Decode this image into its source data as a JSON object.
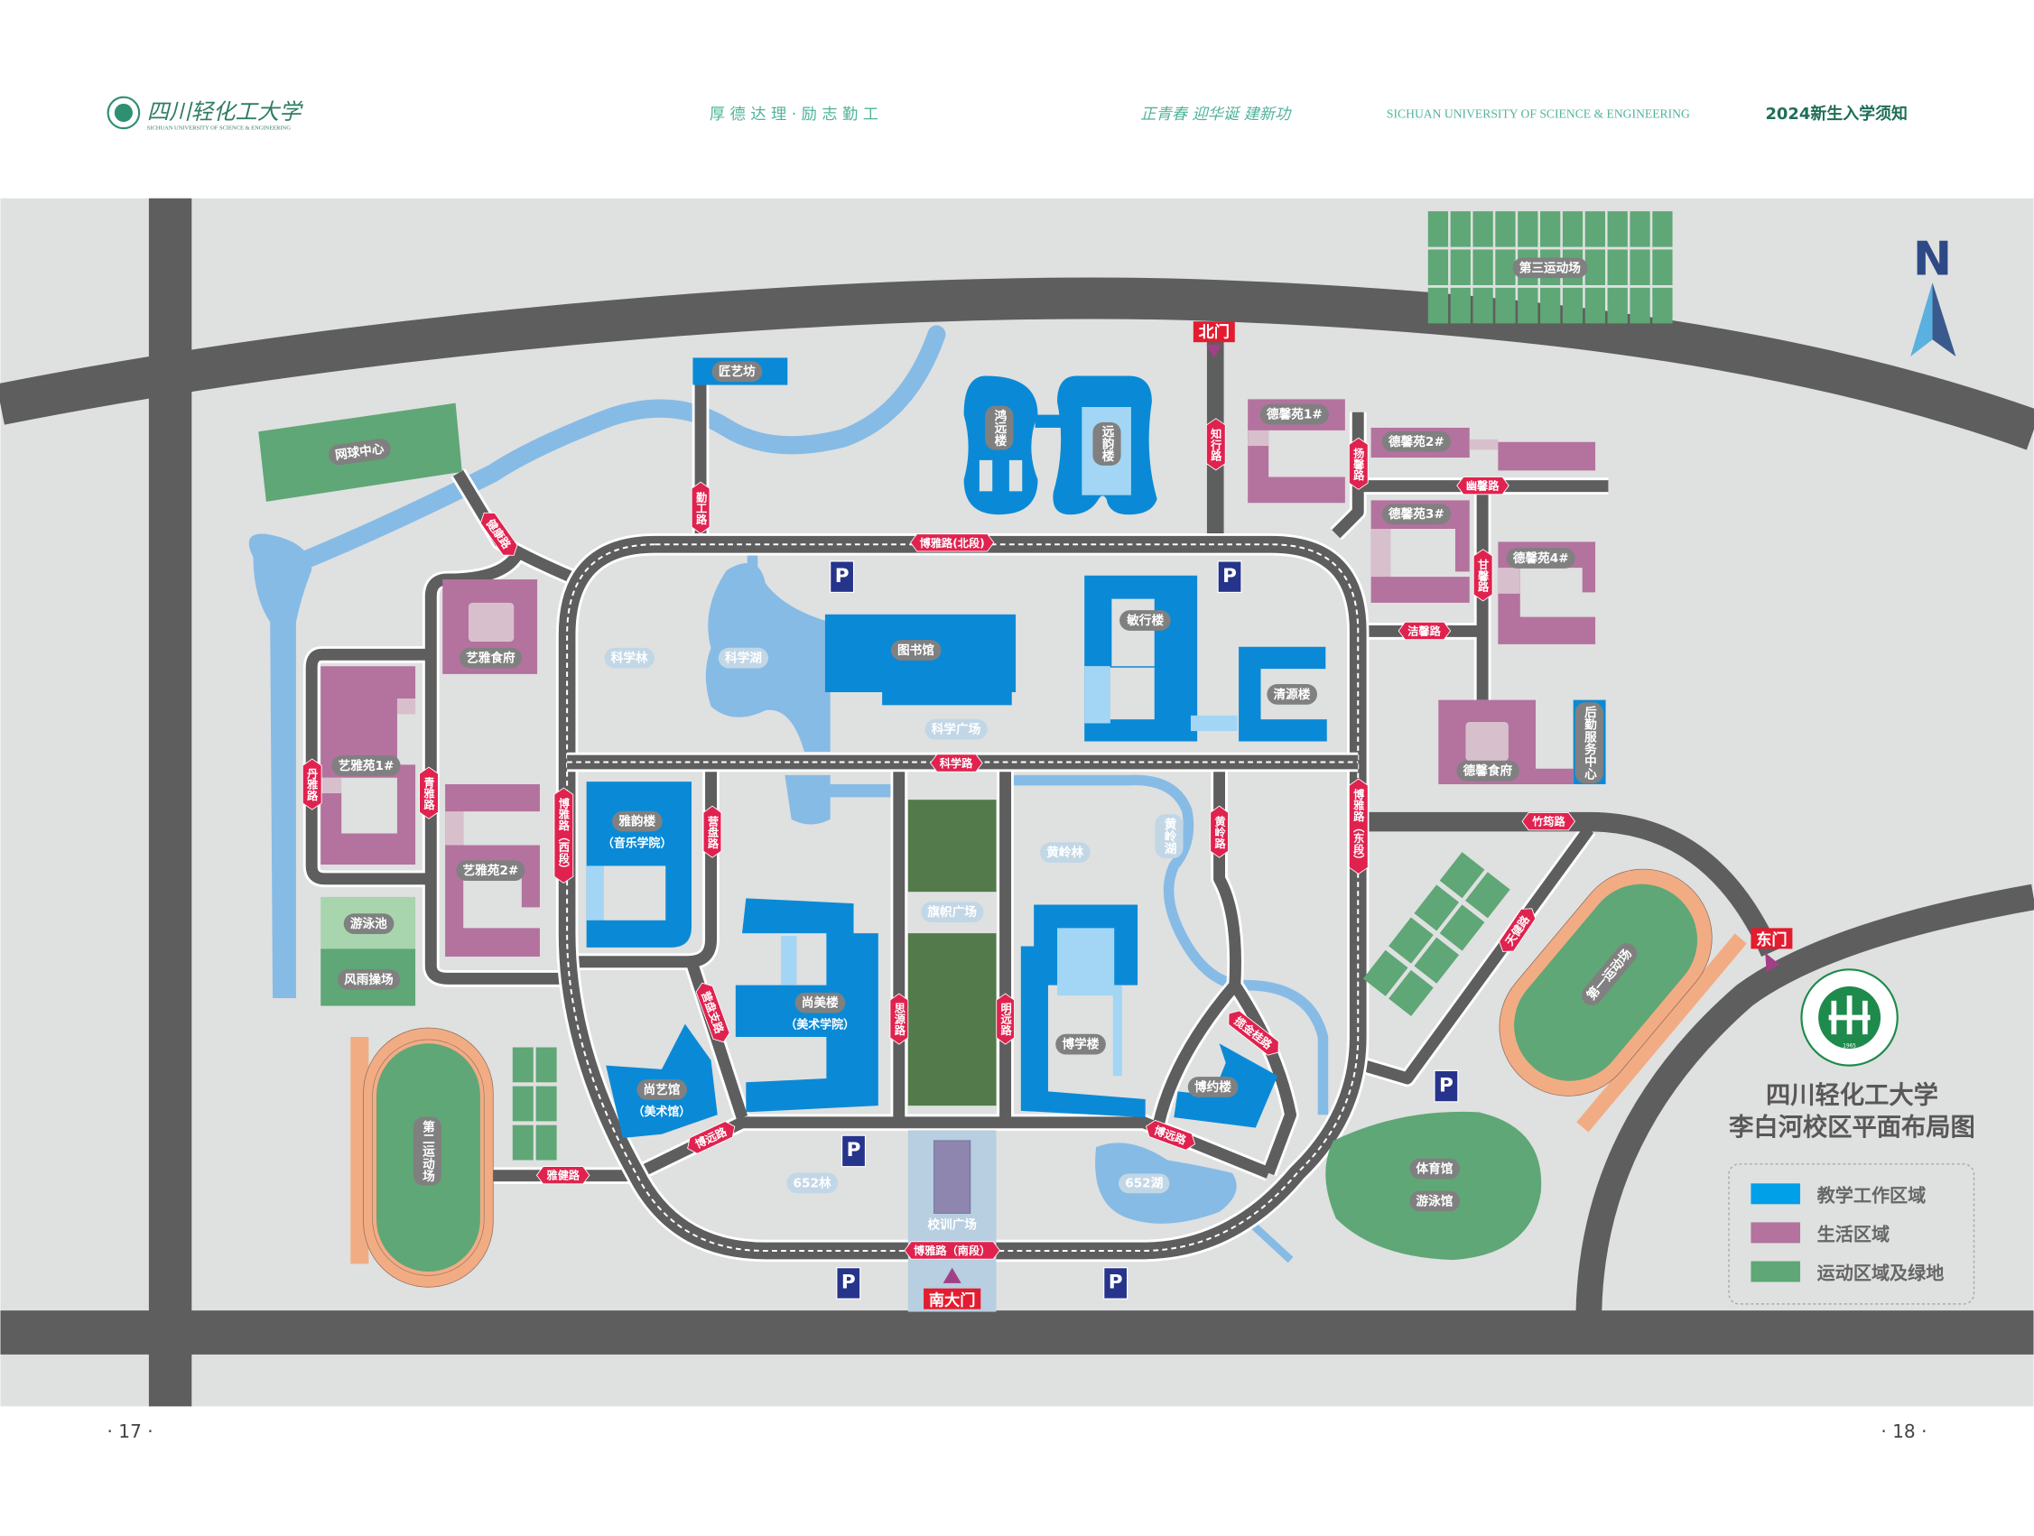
{
  "header": {
    "logo_text": "四川轻化工大学",
    "logo_sub": "SICHUAN UNIVERSITY OF SCIENCE & ENGINEERING",
    "motto": "厚 德 达 理 · 励 志 勤 工",
    "slogan": "正青春 迎华诞 建新功",
    "english_name": "SICHUAN UNIVERSITY OF SCIENCE & ENGINEERING",
    "guide_title": "2024新生入学须知"
  },
  "map": {
    "title_line1": "四川轻化工大学",
    "title_line2": "李白河校区平面布局图",
    "north": "N",
    "seal_year": "1965",
    "gates": {
      "north": "北门",
      "east": "东门",
      "south": "南大门"
    },
    "legend": [
      {
        "label": "教学工作区域",
        "color": "#00a0e9"
      },
      {
        "label": "生活区域",
        "color": "#b3739e"
      },
      {
        "label": "运动区域及绿地",
        "color": "#5fa776"
      }
    ],
    "buildings": {
      "jiangyifang": "匠艺坊",
      "hongyuan": "鸿远楼",
      "yuanyun": "远韵楼",
      "library": "图书馆",
      "minxing": "敏行楼",
      "qingyuan": "清源楼",
      "yayun": "雅韵楼",
      "yayun_sub": "（音乐学院）",
      "shangmei": "尚美楼",
      "shangmei_sub": "（美术学院）",
      "shangyi": "尚艺馆",
      "shangyi_sub": "（美术馆）",
      "boxue": "博学楼",
      "boyue": "博约楼",
      "yiya_canteen": "艺雅食府",
      "yiya1": "艺雅苑1#",
      "yiya2": "艺雅苑2#",
      "dexin1": "德馨苑1#",
      "dexin2": "德馨苑2#",
      "dexin3": "德馨苑3#",
      "dexin4": "德馨苑4#",
      "dexin_canteen": "德馨食府",
      "logistics": "后勤服务中心"
    },
    "areas": {
      "tennis": "网球中心",
      "science_forest": "科学林",
      "science_lake": "科学湖",
      "science_square": "科学广场",
      "flag_square": "旗帜广场",
      "huangling_forest": "黄岭林",
      "huangling_lake": "黄岭湖",
      "forest_652": "652林",
      "lake_652": "652湖",
      "motto_square": "校训广场",
      "pool": "游泳池",
      "rain_field": "风雨操场",
      "field2": "第二运动场",
      "field1": "第一运动场",
      "field3": "第三运动场",
      "gym": "体育馆",
      "natatorium": "游泳馆"
    },
    "roads": {
      "boya_north": "博雅路(北段)",
      "boya_west": "博雅路（西段）",
      "boya_east": "博雅路（东段）",
      "boya_south": "博雅路（南段）",
      "kexue": "科学路",
      "qingong": "勤工路",
      "zhixing": "知行路",
      "jiankang": "健康路",
      "danya": "丹雅路",
      "qingya": "青雅路",
      "yingpan": "营盘路",
      "yingpan_branch": "营盘支路",
      "siyuan": "思源路",
      "mingyuan": "明远路",
      "huangling": "黄岭路",
      "boyuan_w": "博远路",
      "boyuan_e": "博远路",
      "yajian": "雅健路",
      "lanjingui": "揽金桂路",
      "yangxin": "扬馨路",
      "youxin": "幽馨路",
      "ganxin": "甘馨路",
      "jiexin": "洁馨路",
      "zhuyun": "竹筠路",
      "tianjian": "天健路"
    },
    "parking_label": "P"
  },
  "footer": {
    "page_left": "· 17 ·",
    "page_right": "· 18 ·"
  }
}
